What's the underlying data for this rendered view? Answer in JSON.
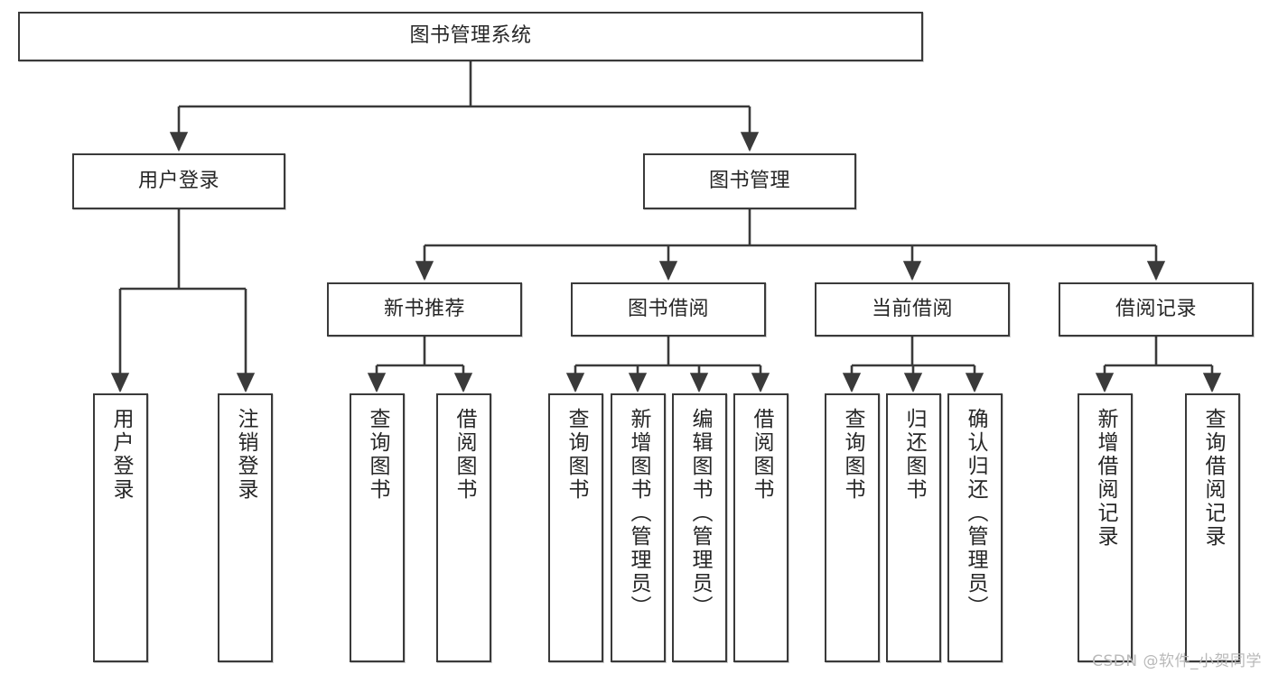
{
  "diagram": {
    "title": "图书管理系统",
    "type": "tree-hierarchy",
    "colors": {
      "stroke": "#3a3a3a",
      "fill": "#ffffff",
      "text": "#262626",
      "watermark": "#b9b9b9"
    },
    "nodes": {
      "root": "图书管理系统",
      "level2": {
        "user_login": "用户登录",
        "book_manage": "图书管理"
      },
      "level3": {
        "new_book_recommend": "新书推荐",
        "book_borrow": "图书借阅",
        "current_borrow": "当前借阅",
        "borrow_record": "借阅记录"
      },
      "leaves": {
        "user_login": [
          "用户登录",
          "注销登录"
        ],
        "new_book_recommend": [
          "查询图书",
          "借阅图书"
        ],
        "book_borrow": [
          "查询图书",
          "新增图书（管理员）",
          "编辑图书（管理员）",
          "借阅图书"
        ],
        "current_borrow": [
          "查询图书",
          "归还图书",
          "确认归还（管理员）"
        ],
        "borrow_record": [
          "新增借阅记录",
          "查询借阅记录"
        ]
      }
    }
  },
  "watermark": {
    "text": "CSDN @软件_小贺同学"
  }
}
